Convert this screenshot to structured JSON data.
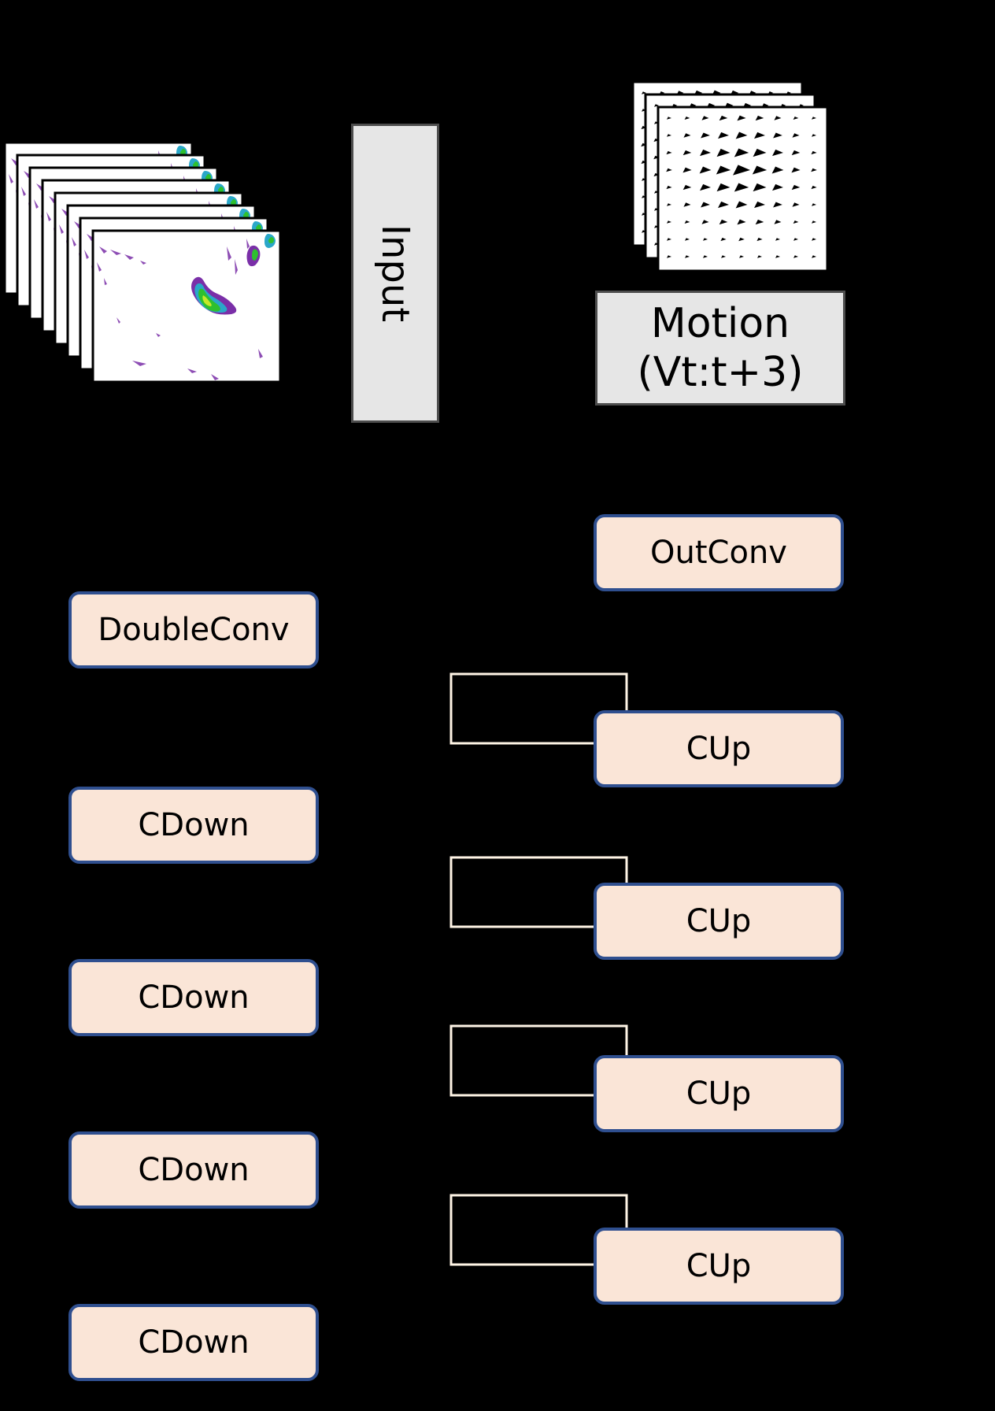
{
  "input": {
    "label": "Input"
  },
  "motion": {
    "line1": "Motion",
    "line2": "(Vt:t+3)"
  },
  "encoder": {
    "blocks": [
      "DoubleConv",
      "CDown",
      "CDown",
      "CDown",
      "CDown"
    ]
  },
  "decoder": {
    "blocks": [
      "OutConv",
      "CUp",
      "CUp",
      "CUp",
      "CUp"
    ]
  },
  "colors": {
    "background": "#000000",
    "block_fill": "#fae5d7",
    "block_border": "#2f4f8f",
    "label_box_fill": "#e6e6e6",
    "skip_line": "#fff5e6",
    "radar_echo": [
      "#7a2fa8",
      "#2aa7c9",
      "#2fc02f",
      "#c6e82a"
    ]
  },
  "icons": {
    "radar_stack": "radar-frame-stack-icon",
    "motion_stack": "motion-vector-field-stack-icon"
  }
}
